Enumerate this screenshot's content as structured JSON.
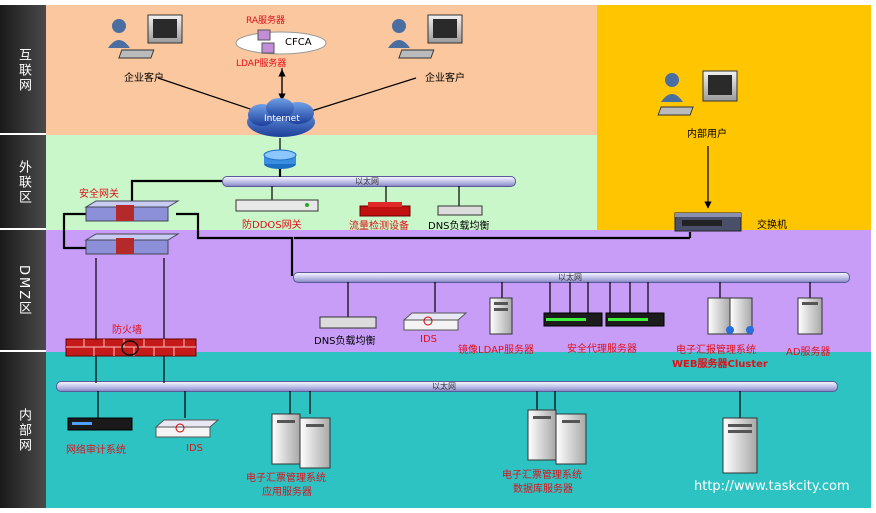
{
  "zones": [
    {
      "key": "internet",
      "label": "互联网",
      "color": "#fbc79e"
    },
    {
      "key": "external",
      "label": "外联区",
      "color": "#c9f7c9"
    },
    {
      "key": "dmz",
      "label": "DMZ区",
      "color": "#c79df7"
    },
    {
      "key": "internal",
      "label": "内部网",
      "color": "#2ec3c3"
    }
  ],
  "internal_user_zone_color": "#ffc600",
  "nodes": {
    "client_left": "企业客户",
    "client_right": "企业客户",
    "ra_server": "RA服务器",
    "cfca": "CFCA",
    "ldap_server": "LDAP服务器",
    "internet": "Internet",
    "internal_user": "内部用户",
    "switch": "交换机",
    "security_gateway": "安全网关",
    "anti_ddos": "防DDOS网关",
    "traffic_detect": "流量检测设备",
    "dns_lb_ext": "DNS负载均衡",
    "firewall": "防火墙",
    "dns_lb_dmz": "DNS负载均衡",
    "ids_dmz": "IDS",
    "mirror_ldap": "镜像LDAP服务器",
    "security_proxy": "安全代理服务器",
    "web_cluster_1": "电子汇报管理系统",
    "web_cluster_2": "WEB服务器Cluster",
    "ad_server": "AD服务器",
    "net_audit": "网络审计系统",
    "ids_internal": "IDS",
    "app_server_1": "电子汇票管理系统",
    "app_server_2": "应用服务器",
    "db_server_1": "电子汇票管理系统",
    "db_server_2": "数据库服务器"
  },
  "bus_label": "以太网",
  "watermark": "http://www.taskcity.com"
}
